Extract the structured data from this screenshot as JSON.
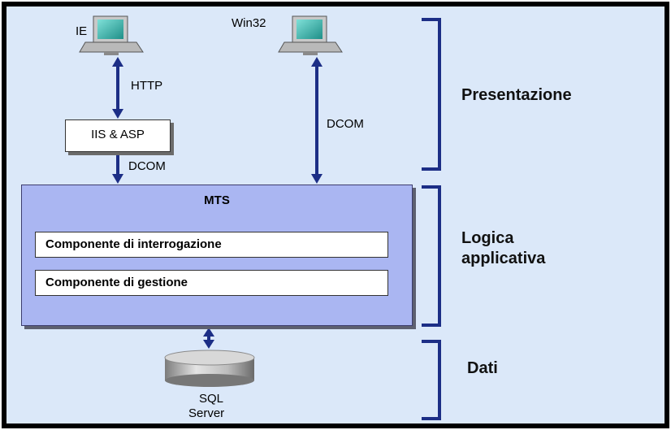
{
  "clients": {
    "ie_label": "IE",
    "win32_label": "Win32"
  },
  "connections": {
    "http_label": "HTTP",
    "dcom_left_label": "DCOM",
    "dcom_right_label": "DCOM"
  },
  "iis_box": {
    "label": "IIS & ASP"
  },
  "mts": {
    "title": "MTS",
    "components": [
      "Componente di interrogazione",
      "Componente di gestione"
    ]
  },
  "database": {
    "line1": "SQL",
    "line2": "Server"
  },
  "tiers": {
    "presentation": "Presentazione",
    "logic_line1": "Logica",
    "logic_line2": "applicativa",
    "data": "Dati"
  },
  "colors": {
    "background": "#dbe8f9",
    "frame": "#000000",
    "arrow": "#1c2e86",
    "bracket": "#1c2e86",
    "mts_fill": "#aab6f2",
    "screen": "#2aa39b"
  }
}
